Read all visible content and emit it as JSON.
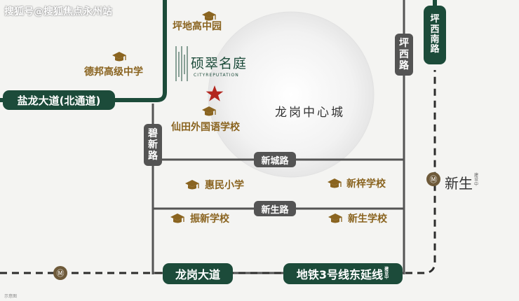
{
  "watermark": "搜狐号@搜狐焦点永州站",
  "project": {
    "name_cn": "硕翠名庭",
    "name_en": "CITYREPUTATION"
  },
  "district": "龙岗中心城",
  "roads": {
    "yanlong": "盐龙大道(北通道)",
    "bixin": [
      "碧",
      "新",
      "路"
    ],
    "pingxi": [
      "坪",
      "西",
      "路"
    ],
    "pingxi_south": [
      "坪",
      "西",
      "南",
      "路"
    ],
    "xincheng": "新城路",
    "xinsheng": "新生路",
    "longgang": "龙岗大道",
    "metro_line": "地铁3号线东延线",
    "metro_line_note": "建设中"
  },
  "schools": [
    "坪地高中园",
    "德邦高级中学",
    "仙田外国语学校",
    "惠民小学",
    "新梓学校",
    "振新学校",
    "新生学校"
  ],
  "station": {
    "name": "新生",
    "note": "建设中"
  },
  "metro_symbol": "Ⓜ",
  "footnote": "示意图",
  "colors": {
    "green_road": "#1c4b3a",
    "grey_road": "#545454",
    "school_text": "#8a6420",
    "star": "#b3261e",
    "metro_line": "#2b2b2b"
  }
}
